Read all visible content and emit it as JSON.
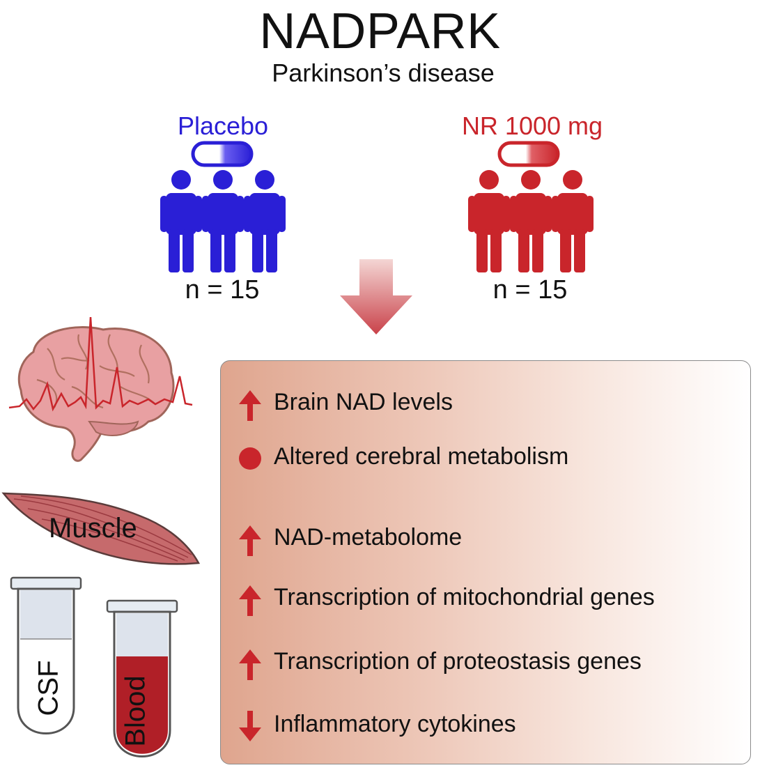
{
  "header": {
    "title": "NADPARK",
    "subtitle": "Parkinson’s disease"
  },
  "groups": [
    {
      "label": "Placebo",
      "n": "n = 15",
      "color": "#2a1fd6"
    },
    {
      "label": "NR 1000 mg",
      "n": "n = 15",
      "color": "#c9252b"
    }
  ],
  "samples": {
    "muscle": "Muscle",
    "csf": "CSF",
    "blood": "Blood"
  },
  "outcomes": [
    {
      "text": "Brain NAD levels",
      "indicator": "arrow-up-icon"
    },
    {
      "text": "Altered cerebral metabolism",
      "indicator": "dot-icon"
    },
    {
      "text": "NAD-metabolome",
      "indicator": "arrow-up-icon"
    },
    {
      "text": "Transcription of mitochondrial genes",
      "indicator": "arrow-up-icon"
    },
    {
      "text": "Transcription of proteostasis genes",
      "indicator": "arrow-up-icon"
    },
    {
      "text": "Inflammatory cytokines",
      "indicator": "arrow-down-icon"
    }
  ],
  "colors": {
    "placebo": "#2a1fd6",
    "treatment": "#c9252b",
    "panel_gradient_start": "#dfa58e"
  }
}
